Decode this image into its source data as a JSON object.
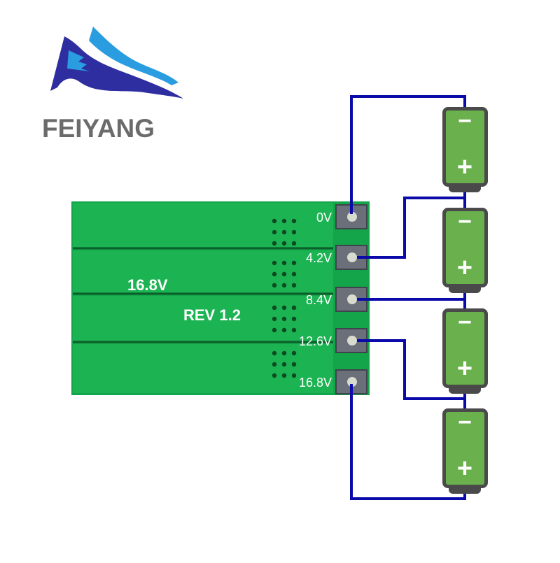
{
  "logo": {
    "brand_name": "FEIYANG",
    "colors": {
      "dark_blue": "#2e2ea0",
      "light_blue": "#2a9de0",
      "text_gray": "#6b6b6b"
    }
  },
  "pcb": {
    "silkscreen_voltage": "16.8V",
    "silkscreen_revision": "REV 1.2",
    "color": "#14a54a",
    "pads": [
      {
        "label": "0V"
      },
      {
        "label": "4.2V"
      },
      {
        "label": "8.4V"
      },
      {
        "label": "12.6V"
      },
      {
        "label": "16.8V"
      }
    ]
  },
  "batteries": [
    {
      "negative": "−",
      "positive": "+"
    },
    {
      "negative": "−",
      "positive": "+"
    },
    {
      "negative": "−",
      "positive": "+"
    },
    {
      "negative": "−",
      "positive": "+"
    }
  ],
  "colors": {
    "wire": "#0a0aa8",
    "battery_fill": "#6ab04c",
    "battery_outline": "#4a4a4a"
  }
}
